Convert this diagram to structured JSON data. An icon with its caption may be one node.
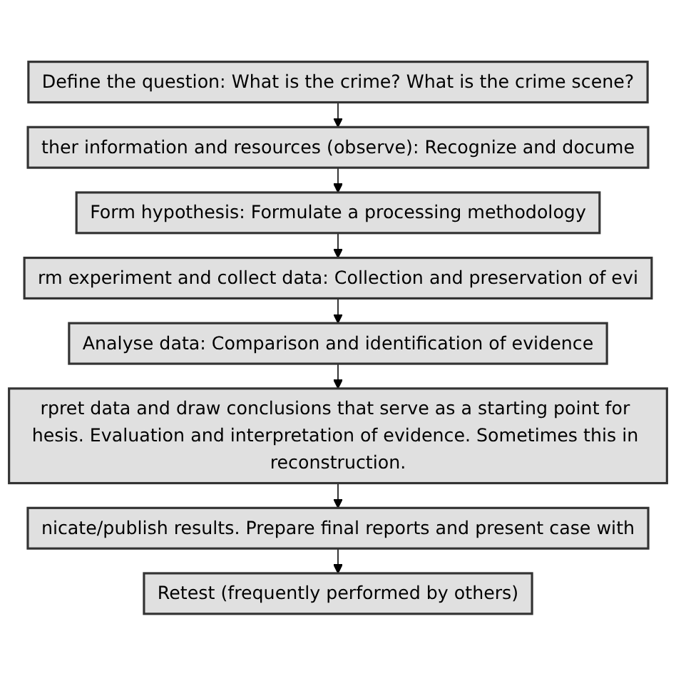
{
  "diagram": {
    "nodes": [
      {
        "text": [
          "Define the question: What is the crime? What is the crime scene?"
        ]
      },
      {
        "text": [
          "ther information and resources (observe): Recognize and docume"
        ]
      },
      {
        "text": [
          "Form hypothesis: Formulate a processing methodology"
        ]
      },
      {
        "text": [
          "rm experiment and collect data: Collection and preservation of evi"
        ]
      },
      {
        "text": [
          "Analyse data: Comparison and identification of evidence"
        ]
      },
      {
        "text": [
          "rpret data and draw conclusions that serve as a starting point for hesis. Evaluation and interpretation of evidence. Sometimes this in reconstruction."
        ]
      },
      {
        "text": [
          "nicate/publish results. Prepare final reports and present case with"
        ]
      },
      {
        "text": [
          "Retest (frequently performed by others)"
        ]
      }
    ],
    "edges": [
      {
        "from": 0,
        "to": 1,
        "arrow": "to"
      },
      {
        "from": 1,
        "to": 2,
        "arrow": "to"
      },
      {
        "from": 2,
        "to": 3,
        "arrow": "to"
      },
      {
        "from": 3,
        "to": 4,
        "arrow": "to"
      },
      {
        "from": 4,
        "to": 5,
        "arrow": "to"
      },
      {
        "from": 5,
        "to": 6,
        "arrow": "to"
      },
      {
        "from": 6,
        "to": 7,
        "arrow": "to"
      }
    ]
  }
}
